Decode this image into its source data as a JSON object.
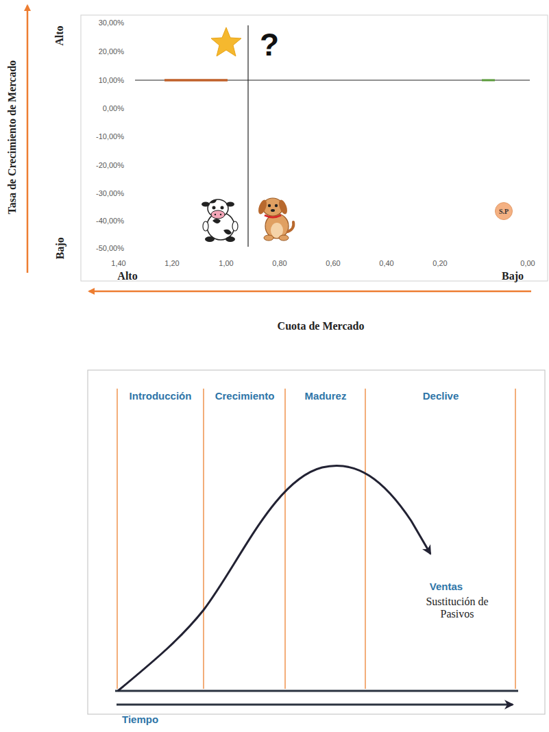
{
  "diagram": {
    "nodes": [
      {
        "text": [
          "S.P"
        ]
      }
    ],
    "labels": [
      "Tasa de Crecimiento de Mercado",
      "Alto",
      "Bajo",
      "30,00%",
      "20,00%",
      "10,00%",
      "0,00%",
      "-10,00%",
      "-20,00%",
      "-30,00%",
      "-40,00%",
      "-50,00%",
      "1,40",
      "1,20",
      "1,00",
      "0,80",
      "0,60",
      "0,40",
      "0,20",
      "0,00",
      "?",
      "Alto",
      "Bajo",
      "Cuota de Mercado",
      "Introducción",
      "Crecimiento",
      "Madurez",
      "Declive",
      "Ventas",
      "Sustitución de Pasivos",
      "Tiempo"
    ]
  }
}
